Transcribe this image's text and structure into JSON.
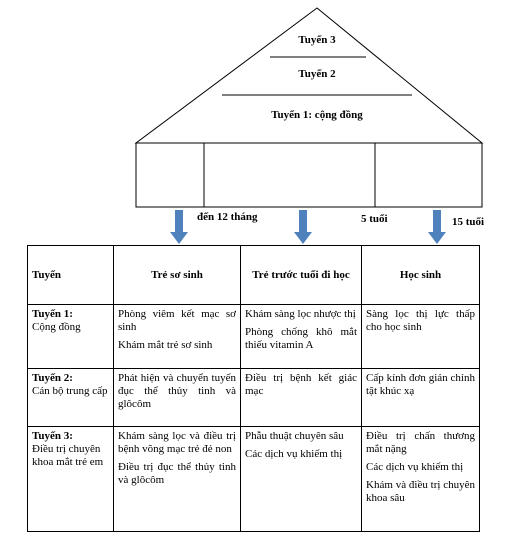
{
  "pyramid": {
    "tiers": [
      "Tuyến 3",
      "Tuyến 2",
      "Tuyến 1: cộng đồng"
    ],
    "age_markers": [
      "đến 12 tháng",
      "5 tuổi",
      "15 tuổi"
    ]
  },
  "table": {
    "headers": [
      "Tuyến",
      "Trẻ sơ sinh",
      "Trẻ trước tuổi đi học",
      "Học sinh"
    ],
    "rows": [
      {
        "title": "Tuyến 1:",
        "subtitle": "Cộng đồng",
        "cells": [
          [
            "Phòng viêm kết mạc sơ sinh",
            "Khám mắt trẻ sơ sinh"
          ],
          [
            "Khám sàng lọc nhược thị",
            "Phòng chống khô mắt thiếu vitamin A"
          ],
          [
            "Sàng lọc thị lực thấp cho học sinh"
          ]
        ]
      },
      {
        "title": "Tuyến 2:",
        "subtitle": "Cán bộ trung cấp",
        "cells": [
          [
            "Phát hiện và chuyển tuyến đục thể thủy tinh và glôcôm"
          ],
          [
            "Điều trị bệnh kết giác mạc"
          ],
          [
            "Cấp kính đơn giản chỉnh tật khúc xạ"
          ]
        ]
      },
      {
        "title": "Tuyến 3:",
        "subtitle": "Điều trị chuyên khoa mắt trẻ em",
        "cells": [
          [
            "Khám sàng lọc và điều trị bệnh võng mạc trẻ đẻ non",
            "Điều trị đục thể thủy tinh và glôcôm"
          ],
          [
            "Phẫu thuật chuyên sâu",
            "Các dịch vụ khiếm thị"
          ],
          [
            "Điều trị chấn thương mắt nặng",
            "Các dịch vụ khiếm thị",
            "Khám và điều trị chuyên khoa sâu"
          ]
        ]
      }
    ]
  },
  "colors": {
    "arrow": "#4f81bd",
    "line": "#000000"
  }
}
